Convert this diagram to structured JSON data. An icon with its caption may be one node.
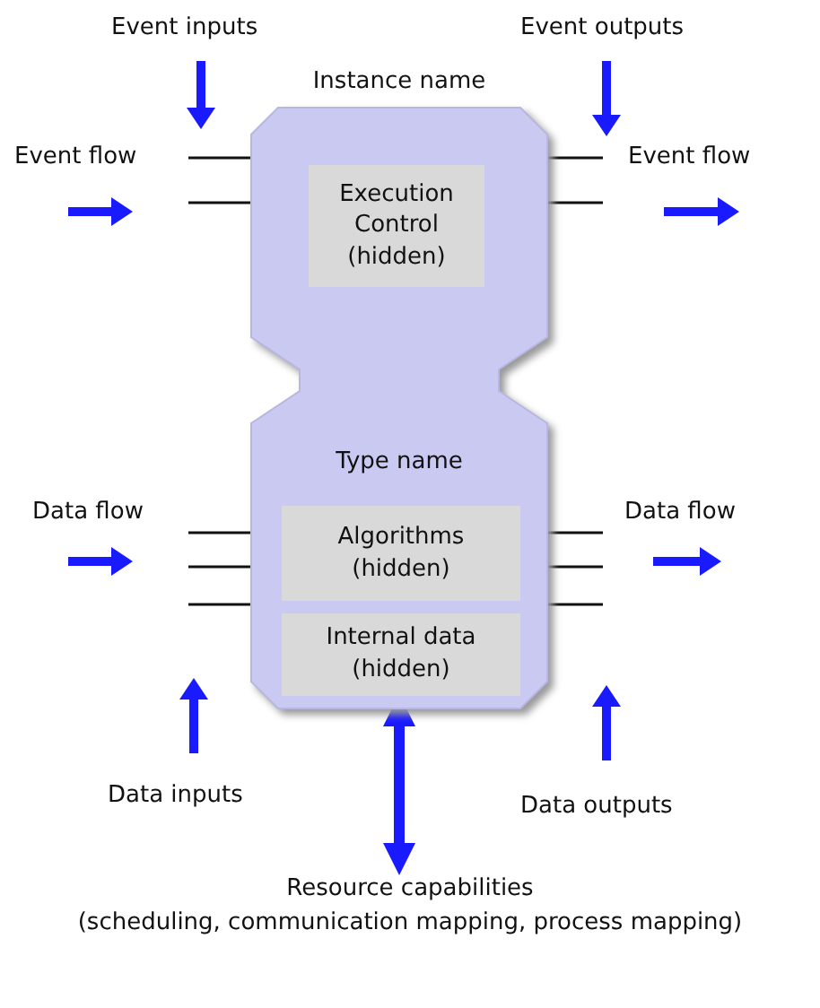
{
  "diagram": {
    "nodes": [
      {
        "text": [
          "Instance name",
          "Type name"
        ]
      },
      {
        "text": [
          "Execution Control (hidden)"
        ],
        "in": 0
      },
      {
        "text": [
          "Algorithms (hidden)"
        ],
        "in": 0
      },
      {
        "text": [
          "Internal data (hidden)"
        ],
        "in": 0
      },
      {
        "text": [
          "Resource capabilities",
          "(scheduling, communication mapping, process mapping)"
        ]
      }
    ],
    "edges": [
      {
        "from": 0,
        "to": 4,
        "arrow": "both"
      }
    ],
    "labels": [
      "Event inputs",
      "Event outputs",
      "Event flow",
      "Event flow",
      "Data flow",
      "Data flow",
      "Data inputs",
      "Data outputs"
    ]
  }
}
